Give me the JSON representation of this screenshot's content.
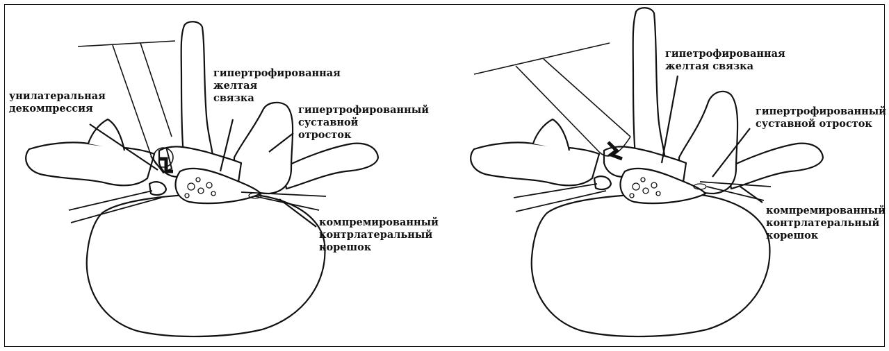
{
  "left_panel": {
    "labels": {
      "unilateral": "унилатеральная\nдекомпрессия",
      "ligament": "гипертрофированная\nжелтая\nсвязка",
      "facet": "гипертрофированный\nсуставной\nотросток",
      "root": "компремированный\nконтрлатеральный\nкорешок"
    }
  },
  "right_panel": {
    "labels": {
      "ligament": "гипетрофированная\nжелтая связка",
      "facet": "гипертрофированный\nсуставной отросток",
      "root": "компремированный\nконтрлатеральный\nкорешок"
    }
  },
  "colors": {
    "ink": "#111111",
    "background": "#ffffff"
  }
}
